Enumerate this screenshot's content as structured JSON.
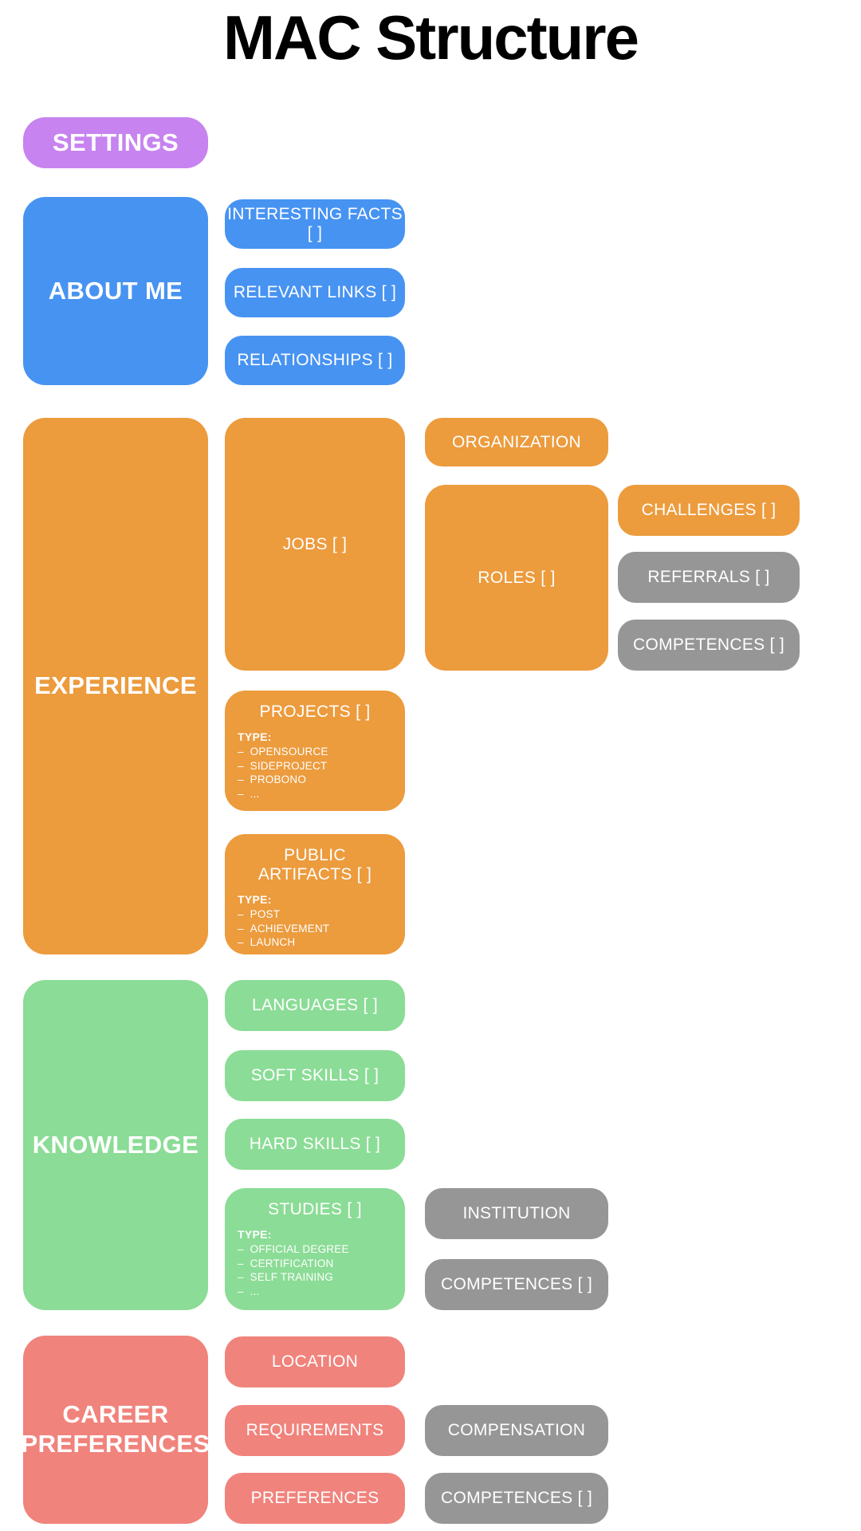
{
  "title": "MAC Structure",
  "palette": {
    "purple": "#C783F0",
    "blue": "#4793F2",
    "orange": "#EC9B3D",
    "green": "#8BDC96",
    "salmon": "#F0837C",
    "gray": "#969696",
    "text_on_block": "#FFFFFF",
    "title_text": "#000000"
  },
  "settings": {
    "label": "SETTINGS"
  },
  "about_me": {
    "label": "ABOUT ME",
    "interesting_facts": "INTERESTING FACTS [ ]",
    "relevant_links": "RELEVANT LINKS [ ]",
    "relationships": "RELATIONSHIPS [ ]"
  },
  "experience": {
    "label": "EXPERIENCE",
    "jobs": {
      "label": "JOBS [ ]",
      "organization": "ORGANIZATION",
      "roles": {
        "label": "ROLES [ ]",
        "challenges": "CHALLENGES [ ]",
        "referrals": "REFERRALS [ ]",
        "competences": "COMPETENCES [ ]"
      }
    },
    "projects": {
      "label": "PROJECTS [ ]",
      "type_heading": "TYPE:",
      "types": [
        "OPENSOURCE",
        "SIDEPROJECT",
        "PROBONO",
        "..."
      ]
    },
    "public_artifacts": {
      "label": "PUBLIC ARTIFACTS [ ]",
      "type_heading": "TYPE:",
      "types": [
        "POST",
        "ACHIEVEMENT",
        "LAUNCH",
        "..."
      ]
    }
  },
  "knowledge": {
    "label": "KNOWLEDGE",
    "languages": "LANGUAGES [ ]",
    "soft_skills": "SOFT SKILLS [ ]",
    "hard_skills": "HARD SKILLS [ ]",
    "studies": {
      "label": "STUDIES [ ]",
      "type_heading": "TYPE:",
      "types": [
        "OFFICIAL DEGREE",
        "CERTIFICATION",
        "SELF TRAINING",
        "..."
      ],
      "institution": "INSTITUTION",
      "competences": "COMPETENCES [ ]"
    }
  },
  "career_preferences": {
    "label": "CAREER PREFERENCES",
    "location": "LOCATION",
    "requirements": {
      "label": "REQUIREMENTS",
      "compensation": "COMPENSATION",
      "competences": "COMPETENCES [ ]"
    },
    "preferences": "PREFERENCES"
  }
}
